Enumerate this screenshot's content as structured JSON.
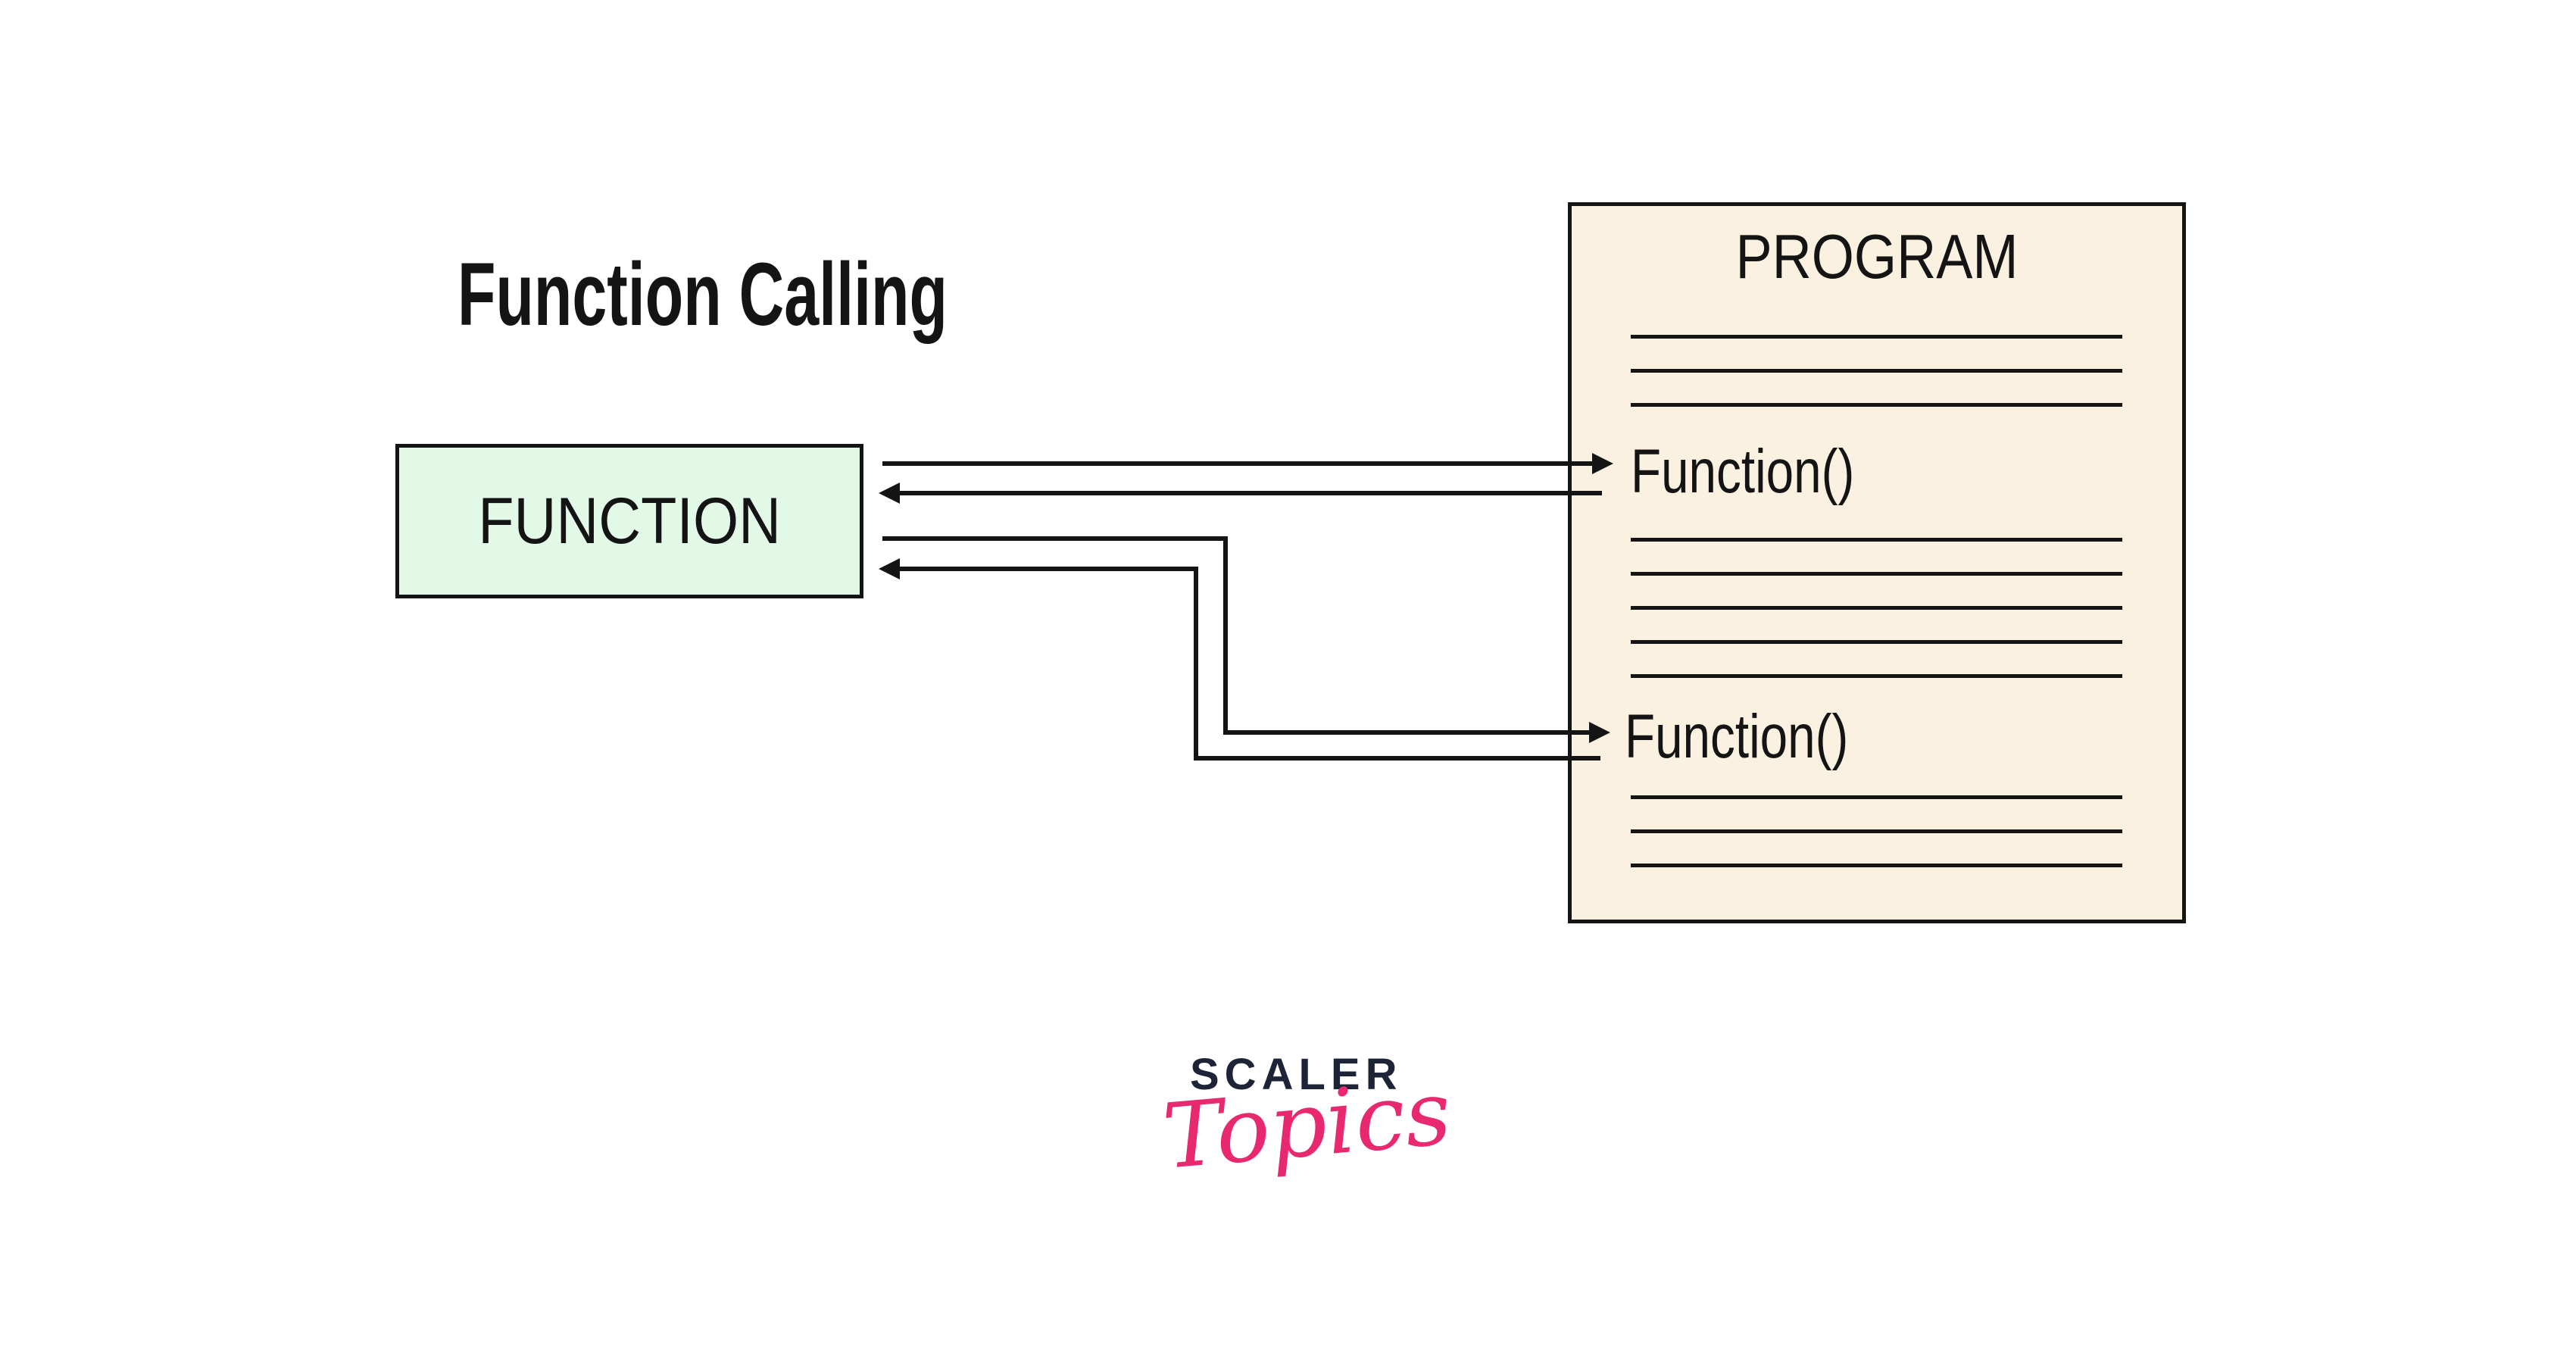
{
  "title": {
    "text": "Function Calling"
  },
  "function_box": {
    "label": "FUNCTION",
    "fill": "#e3f9e8",
    "border": "#141414"
  },
  "program_box": {
    "heading": "PROGRAM",
    "fill": "#fbf1e1",
    "border": "#141414",
    "call_sites": {
      "first": "Function()",
      "second": "Function()"
    },
    "code_line_groups": [
      3,
      5,
      3
    ]
  },
  "arrows": {
    "color": "#141414",
    "call_count": 2,
    "return_count": 2
  },
  "logo": {
    "brand": "SCALER",
    "product": "Topics",
    "brand_color": "#1d2438",
    "product_color": "#e9296f"
  }
}
